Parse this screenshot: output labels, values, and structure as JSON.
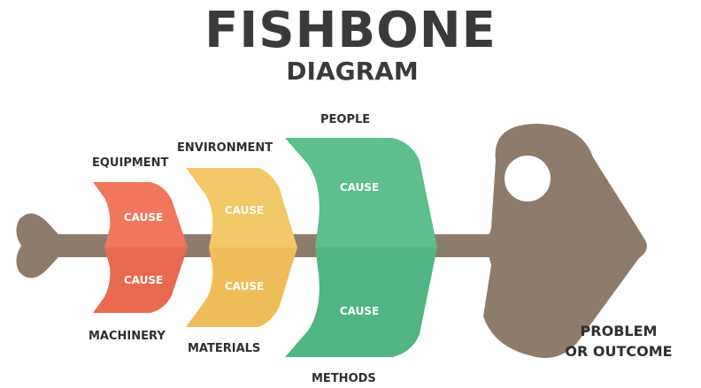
{
  "title": "FISHBONE",
  "subtitle": "DIAGRAM",
  "categories": {
    "equipment": "EQUIPMENT",
    "machinery": "MACHINERY",
    "environment": "ENVIRONMENT",
    "materials": "MATERIALS",
    "people": "PEOPLE",
    "methods": "METHODS"
  },
  "cause_label": "CAUSE",
  "outcome": {
    "line1": "PROBLEM",
    "line2": "OR OUTCOME"
  },
  "colors": {
    "bone": "#8d7b6c",
    "red": "#f0775d",
    "yellow": "#f3c866",
    "green": "#5cbf8c",
    "text": "#2f2f2f"
  }
}
